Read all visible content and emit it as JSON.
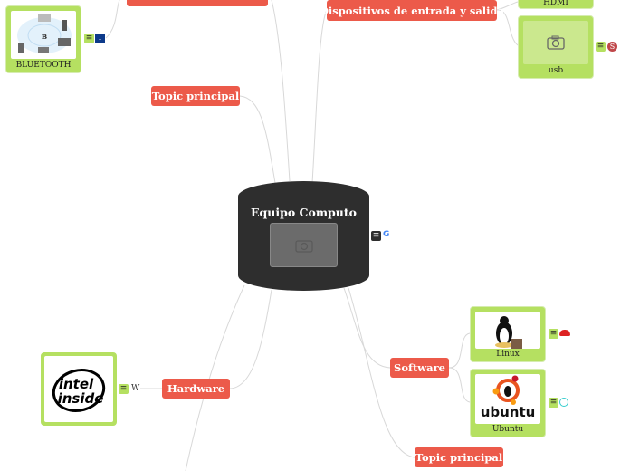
{
  "central": {
    "title": "Equipo Computo",
    "link_icon": "google-icon"
  },
  "topics": {
    "top_partial": "",
    "topic_principal_left": "Topic principal",
    "dispositivos": "Dispositivos de entrada y salida",
    "hardware": "Hardware",
    "software": "Software",
    "topic_principal_bottom": "Topic principal"
  },
  "image_nodes": {
    "bluetooth": {
      "label": "BLUETOOTH",
      "link_icon": "wikipedia-icon"
    },
    "hdmi": {
      "label": "HDMI"
    },
    "usb": {
      "label": "usb",
      "link_icon": "s-icon"
    },
    "intel": {
      "label": "",
      "logo_text": "intel inside",
      "link_icon": "wikipedia-w-icon",
      "link_text": "W"
    },
    "linux": {
      "label": "Linux",
      "link_icon": "redhat-icon"
    },
    "ubuntu": {
      "label": "Ubuntu",
      "logo_text": "ubuntu",
      "link_icon": "g-swirl-icon"
    }
  },
  "colors": {
    "topic": "#ec5a4a",
    "image_node": "#b5e061",
    "central": "#2e2e2e"
  }
}
